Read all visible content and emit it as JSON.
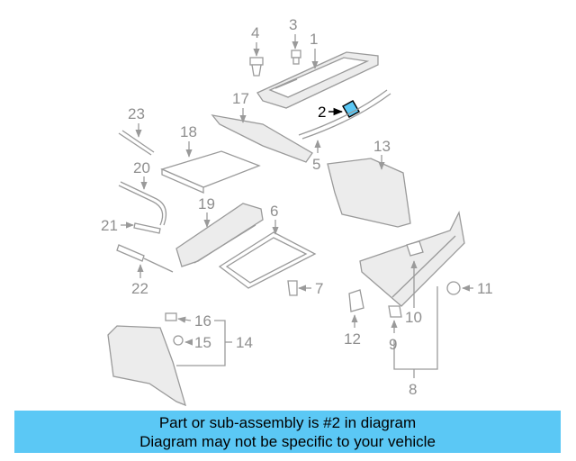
{
  "callouts": {
    "n1": "1",
    "n2": "2",
    "n3": "3",
    "n4": "4",
    "n5": "5",
    "n6": "6",
    "n7": "7",
    "n8": "8",
    "n9": "9",
    "n10": "10",
    "n11": "11",
    "n12": "12",
    "n13": "13",
    "n14": "14",
    "n15": "15",
    "n16": "16",
    "n17": "17",
    "n18": "18",
    "n19": "19",
    "n20": "20",
    "n21": "21",
    "n22": "22",
    "n23": "23"
  },
  "highlight": {
    "part_number": "2",
    "color": "#000000",
    "part_color": "#5bc8f5"
  },
  "banner": {
    "line1": "Part or sub-assembly is #2 in diagram",
    "line2": "Diagram may not be specific to your vehicle",
    "background": "#5bc8f5"
  }
}
